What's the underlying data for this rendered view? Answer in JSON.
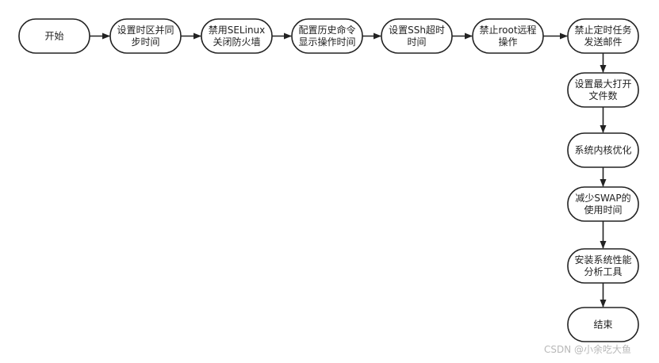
{
  "nodes": [
    {
      "id": "start",
      "lines": [
        "开始"
      ]
    },
    {
      "id": "timezone",
      "lines": [
        "设置时区并同",
        "步时间"
      ]
    },
    {
      "id": "selinux",
      "lines": [
        "禁用SELinux",
        "关闭防火墙"
      ]
    },
    {
      "id": "history",
      "lines": [
        "配置历史命令",
        "显示操作时间"
      ]
    },
    {
      "id": "ssh-timeout",
      "lines": [
        "设置SSh超时",
        "时间"
      ]
    },
    {
      "id": "root-remote",
      "lines": [
        "禁止root远程",
        "操作"
      ]
    },
    {
      "id": "cron-mail",
      "lines": [
        "禁止定时任务",
        "发送邮件"
      ]
    },
    {
      "id": "max-files",
      "lines": [
        "设置最大打开",
        "文件数"
      ]
    },
    {
      "id": "kernel",
      "lines": [
        "系统内核优化"
      ]
    },
    {
      "id": "swap",
      "lines": [
        "减少SWAP的",
        "使用时间"
      ]
    },
    {
      "id": "perf-tools",
      "lines": [
        "安装系统性能",
        "分析工具"
      ]
    },
    {
      "id": "end",
      "lines": [
        "结束"
      ]
    }
  ],
  "edges": [
    [
      "start",
      "timezone"
    ],
    [
      "timezone",
      "selinux"
    ],
    [
      "selinux",
      "history"
    ],
    [
      "history",
      "ssh-timeout"
    ],
    [
      "ssh-timeout",
      "root-remote"
    ],
    [
      "root-remote",
      "cron-mail"
    ],
    [
      "cron-mail",
      "max-files"
    ],
    [
      "max-files",
      "kernel"
    ],
    [
      "kernel",
      "swap"
    ],
    [
      "swap",
      "perf-tools"
    ],
    [
      "perf-tools",
      "end"
    ]
  ],
  "watermark": "CSDN @小余吃大鱼",
  "colors": {
    "stroke": "#222222",
    "fill": "#ffffff",
    "text": "#222222",
    "watermark": "#b8b8b8"
  }
}
